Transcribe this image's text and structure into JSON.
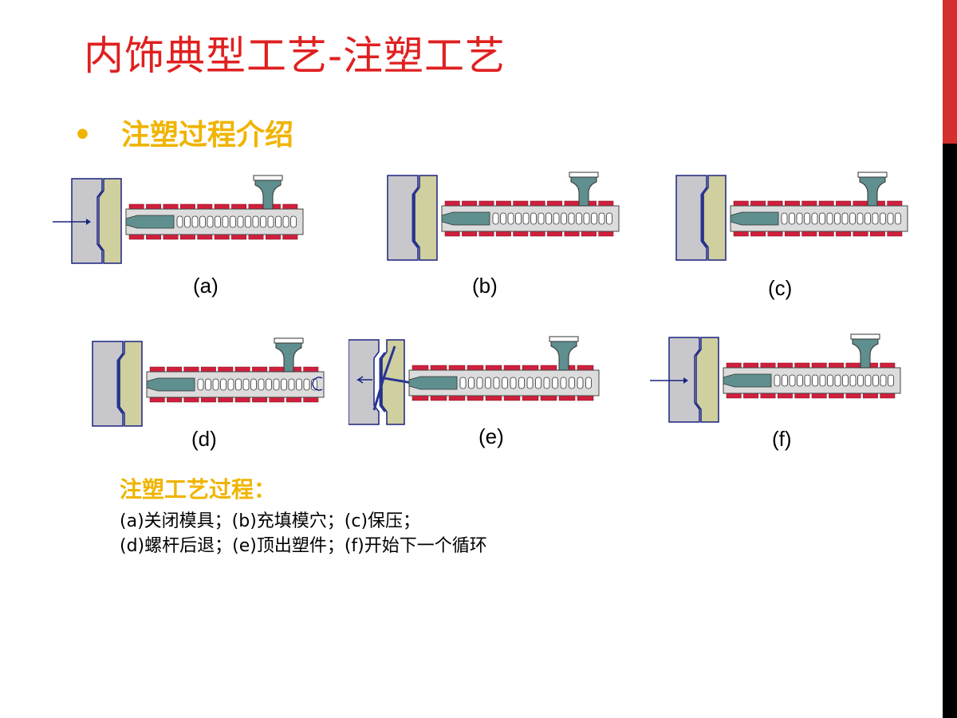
{
  "slide": {
    "title": "内饰典型工艺-注塑工艺",
    "bullet_marker": "•",
    "bullet": "注塑过程介绍"
  },
  "figures": [
    {
      "id": "a",
      "caption": "(a)",
      "state": "mold-closing"
    },
    {
      "id": "b",
      "caption": "(b)",
      "state": "filling"
    },
    {
      "id": "c",
      "caption": "(c)",
      "state": "holding"
    },
    {
      "id": "d",
      "caption": "(d)",
      "state": "screw-retract"
    },
    {
      "id": "e",
      "caption": "(e)",
      "state": "ejection"
    },
    {
      "id": "f",
      "caption": "(f)",
      "state": "mold-closing"
    }
  ],
  "description": {
    "heading": "注塑工艺过程：",
    "line1": "(a)关闭模具；(b)充填模穴；(c)保压；",
    "line2": "(d)螺杆后退；(e)顶出塑件；(f)开始下一个循环"
  },
  "colors": {
    "title": "#e02020",
    "bullet": "#f0b400",
    "heater_band": "#d01f3c",
    "hopper": "#5f8f8f",
    "mold_fixed": "#cfcfa0",
    "mold_moving": "#c8c8cc",
    "edge_bar": "#000000",
    "edge_accent": "#d32f2f"
  },
  "icons": [
    "mold-icon",
    "barrel-icon",
    "hopper-icon",
    "screw-icon",
    "arrow-icon",
    "rotation-icon",
    "part-icon"
  ]
}
